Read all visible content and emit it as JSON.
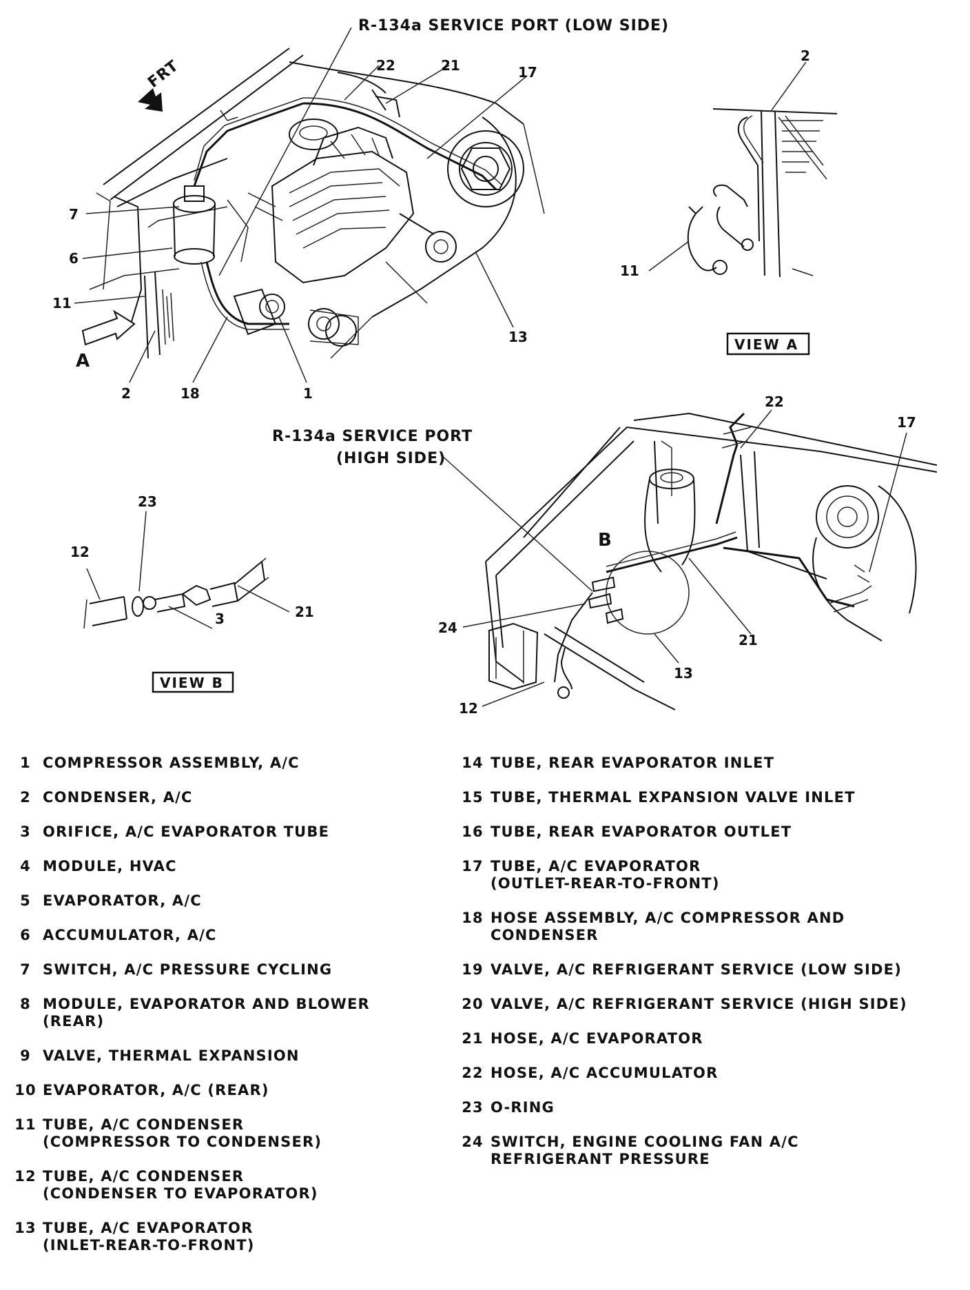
{
  "callouts": {
    "service_port_low": "R-134a SERVICE PORT (LOW SIDE)",
    "service_port_high_line1": "R-134a SERVICE PORT",
    "service_port_high_line2": "(HIGH SIDE)",
    "frt": "FRT",
    "view_a_arrow": "A",
    "view_b_marker": "B",
    "view_a_label": "VIEW A",
    "view_b_label": "VIEW B",
    "main_numbers": {
      "n22": "22",
      "n21": "21",
      "n17": "17",
      "n7": "7",
      "n6": "6",
      "n11": "11",
      "n2": "2",
      "n18": "18",
      "n1": "1",
      "n13": "13"
    },
    "view_a_numbers": {
      "n2": "2",
      "n11": "11"
    },
    "view_b_numbers": {
      "n23": "23",
      "n12": "12",
      "n3": "3",
      "n21": "21"
    },
    "high_side_numbers": {
      "n22": "22",
      "n17": "17",
      "n24": "24",
      "n21": "21",
      "n13": "13",
      "n12": "12"
    }
  },
  "legend_left": [
    {
      "num": "1",
      "text": "COMPRESSOR ASSEMBLY, A/C"
    },
    {
      "num": "2",
      "text": "CONDENSER, A/C"
    },
    {
      "num": "3",
      "text": "ORIFICE, A/C EVAPORATOR TUBE"
    },
    {
      "num": "4",
      "text": "MODULE, HVAC"
    },
    {
      "num": "5",
      "text": "EVAPORATOR, A/C"
    },
    {
      "num": "6",
      "text": "ACCUMULATOR, A/C"
    },
    {
      "num": "7",
      "text": "SWITCH, A/C PRESSURE CYCLING"
    },
    {
      "num": "8",
      "text": "MODULE, EVAPORATOR AND BLOWER\n(REAR)"
    },
    {
      "num": "9",
      "text": "VALVE, THERMAL EXPANSION"
    },
    {
      "num": "10",
      "text": "EVAPORATOR, A/C (REAR)"
    },
    {
      "num": "11",
      "text": "TUBE, A/C CONDENSER\n(COMPRESSOR TO CONDENSER)"
    },
    {
      "num": "12",
      "text": "TUBE, A/C CONDENSER\n(CONDENSER TO EVAPORATOR)"
    },
    {
      "num": "13",
      "text": "TUBE, A/C EVAPORATOR\n(INLET-REAR-TO-FRONT)"
    }
  ],
  "legend_right": [
    {
      "num": "14",
      "text": "TUBE, REAR EVAPORATOR INLET"
    },
    {
      "num": "15",
      "text": "TUBE, THERMAL EXPANSION VALVE INLET"
    },
    {
      "num": "16",
      "text": "TUBE, REAR EVAPORATOR OUTLET"
    },
    {
      "num": "17",
      "text": "TUBE, A/C EVAPORATOR\n(OUTLET-REAR-TO-FRONT)"
    },
    {
      "num": "18",
      "text": "HOSE ASSEMBLY, A/C COMPRESSOR AND\nCONDENSER"
    },
    {
      "num": "19",
      "text": "VALVE, A/C REFRIGERANT SERVICE (LOW SIDE)"
    },
    {
      "num": "20",
      "text": "VALVE, A/C REFRIGERANT SERVICE (HIGH SIDE)"
    },
    {
      "num": "21",
      "text": "HOSE, A/C EVAPORATOR"
    },
    {
      "num": "22",
      "text": "HOSE, A/C ACCUMULATOR"
    },
    {
      "num": "23",
      "text": "O-RING"
    },
    {
      "num": "24",
      "text": "SWITCH, ENGINE COOLING FAN A/C\nREFRIGERANT PRESSURE"
    }
  ]
}
